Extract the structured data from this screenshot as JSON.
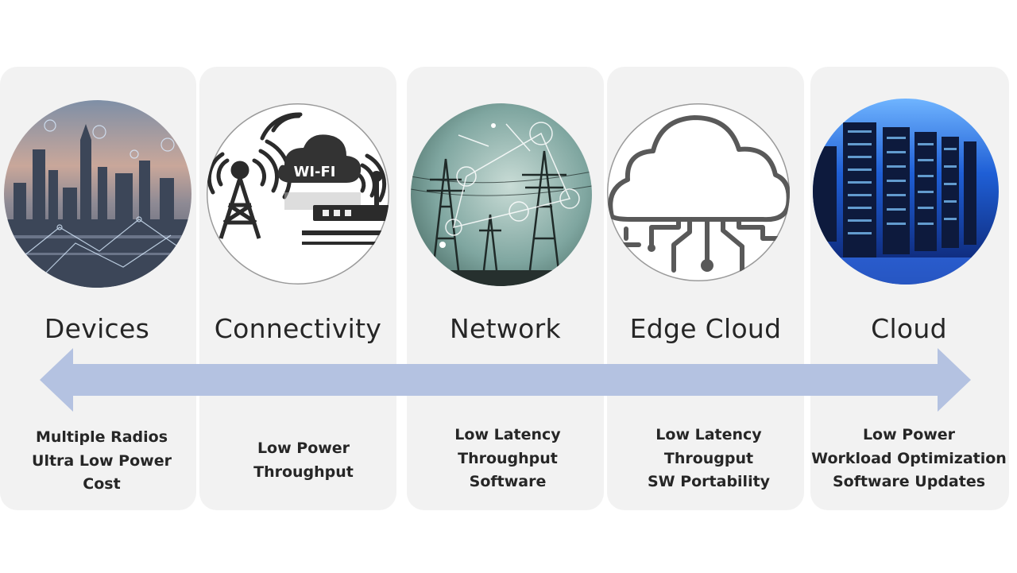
{
  "stages": [
    {
      "id": "devices",
      "label": "Devices",
      "requirements": [
        "Multiple Radios",
        "Ultra Low Power",
        "Cost"
      ],
      "icon": "smart-city-icon"
    },
    {
      "id": "connectivity",
      "label": "Connectivity",
      "requirements": [
        "Low Power",
        "Throughput"
      ],
      "icon": "wifi-tower-icon",
      "badge_text": "WI-FI"
    },
    {
      "id": "network",
      "label": "Network",
      "requirements": [
        "Low Latency",
        "Throughput",
        "Software"
      ],
      "icon": "power-grid-icon"
    },
    {
      "id": "edge-cloud",
      "label": "Edge Cloud",
      "requirements": [
        "Low Latency",
        "Througput",
        "SW Portability"
      ],
      "icon": "cloud-circuit-icon"
    },
    {
      "id": "cloud",
      "label": "Cloud",
      "requirements": [
        "Low Power",
        "Workload Optimization",
        "Software Updates"
      ],
      "icon": "server-rack-icon"
    }
  ],
  "colors": {
    "panel": "#f2f2f2",
    "arrow": "#b4c2e1",
    "text": "#262626",
    "icon_gray": "#595959"
  }
}
